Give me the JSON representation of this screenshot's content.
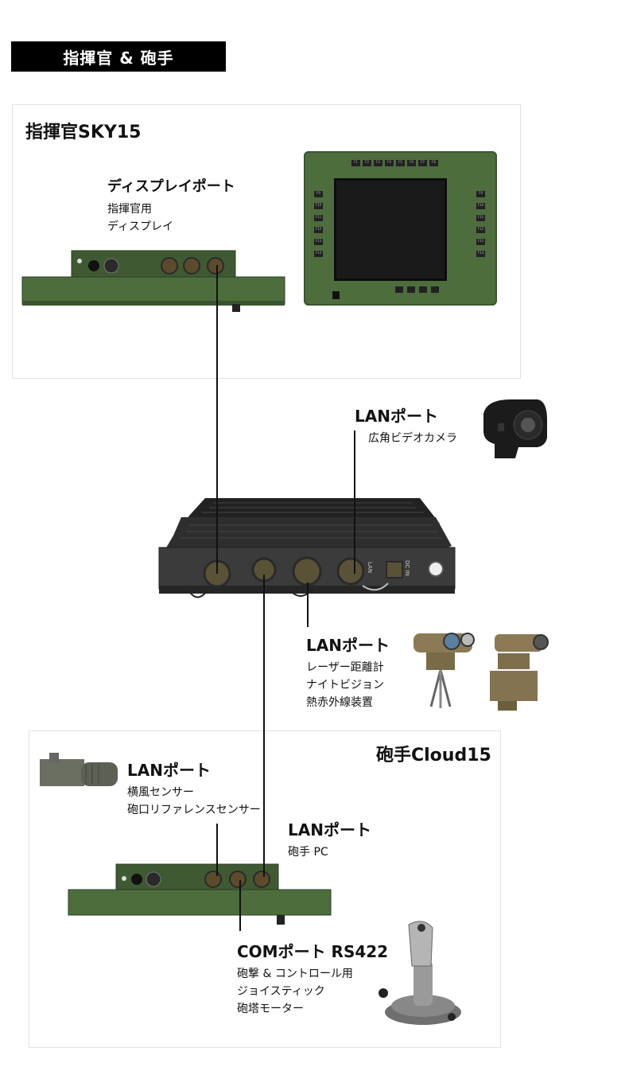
{
  "header": {
    "title": "指揮官 & 砲手"
  },
  "commander": {
    "title": "指揮官SKY15"
  },
  "display_port": {
    "title": "ディスプレイポート",
    "desc": [
      "指揮官用",
      "ディスプレイ"
    ]
  },
  "lan_camera": {
    "title": "LANポート",
    "desc": [
      "広角ビデオカメラ"
    ]
  },
  "lan_laser": {
    "title": "LANポート",
    "desc": [
      "レーザー距離計",
      "ナイトビジョン",
      "熱赤外線装置"
    ]
  },
  "gunner": {
    "title": "砲手Cloud15"
  },
  "lan_wind": {
    "title": "LANポート",
    "desc": [
      "横風センサー",
      "砲口リファレンスセンサー"
    ]
  },
  "lan_gunner_pc": {
    "title": "LANポート",
    "desc": [
      "砲手 PC"
    ]
  },
  "com_port": {
    "title": "COMポート RS422",
    "desc": [
      "砲撃 & コントロール用",
      "ジョイスティック",
      "砲塔モーター"
    ]
  },
  "monitor": {
    "top_keys": [
      "F1",
      "F2",
      "F3",
      "F4",
      "F5",
      "F6",
      "F7",
      "F8"
    ],
    "left_keys": [
      "F9",
      "F10",
      "F11",
      "F12",
      "F13",
      "F14"
    ],
    "right_keys": [
      "F9",
      "F10",
      "F11",
      "F12",
      "F13",
      "F14"
    ]
  },
  "box_labels": {
    "lan": "LAN",
    "dc_in": "DC IN"
  },
  "colors": {
    "military_green": "#4a6b3a",
    "dark_green": "#3a5630",
    "box_black": "#2a2a2a"
  }
}
